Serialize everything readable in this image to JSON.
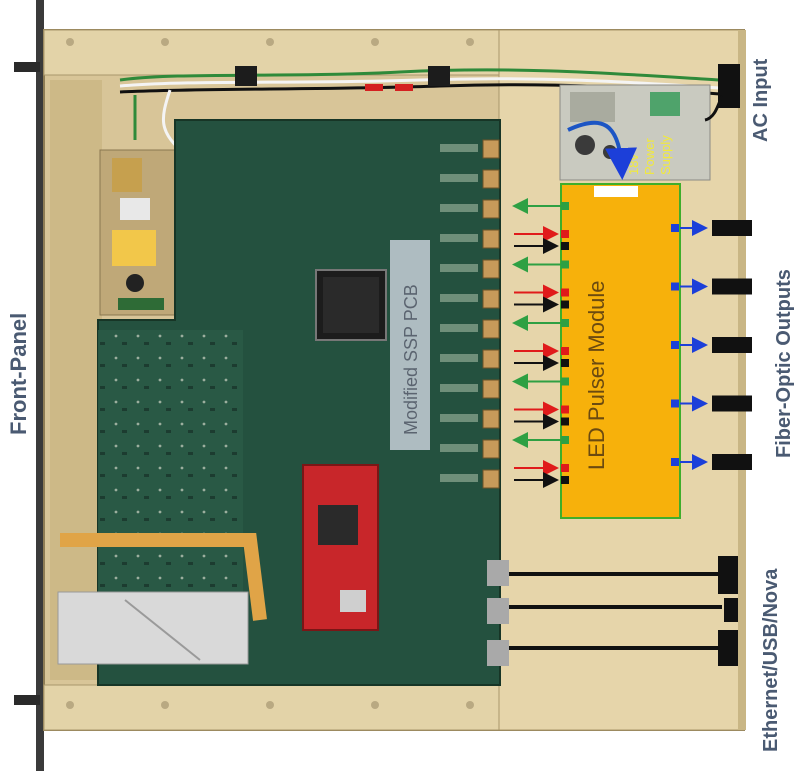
{
  "labels": {
    "front_panel": "Front-Panel",
    "ac_input": "AC Input",
    "fiber_optic_outputs": "Fiber-Optic  Outputs",
    "ethernet_usb_nova": "Ethernet/USB/Nova",
    "modified_ssp_pcb": "Modified  SSP PCB",
    "led_pulser_module": "LED Pulser Module",
    "power_supply": [
      "18v",
      "Power",
      "Supply"
    ]
  },
  "colors": {
    "chassis": "#d8c598",
    "pcb": "#24513f",
    "led_module": "#f7b10b",
    "led_module_border": "#3fae2a",
    "arrow_red": "#e01b1b",
    "arrow_black": "#111111",
    "arrow_green": "#2ea043",
    "arrow_blue": "#1c3fd9",
    "label_text": "#4a5a72"
  },
  "counts": {
    "fiber_outputs": 5,
    "trigger_pairs": 5,
    "green_signals": 5,
    "ethernet_cables": 3
  }
}
